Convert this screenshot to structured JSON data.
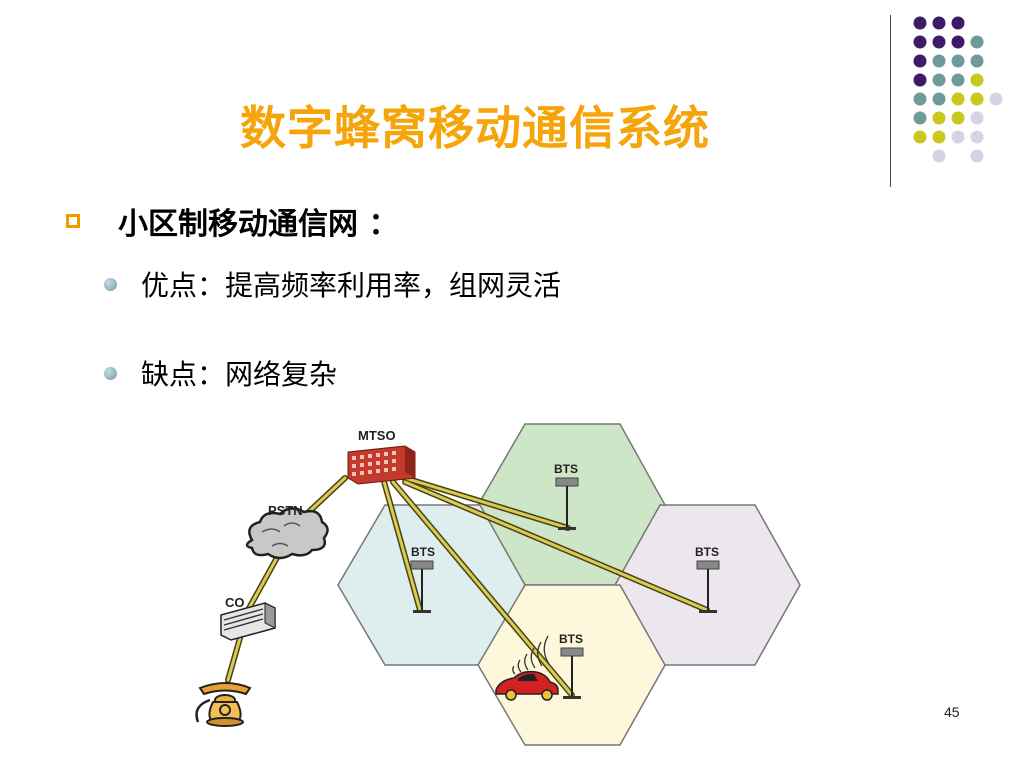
{
  "slide": {
    "title": "数字蜂窝移动通信系统",
    "bullet_main": "小区制移动通信网 ：",
    "sub_bullets": [
      "优点：提高频率利用率，组网灵活",
      "缺点：网络复杂"
    ],
    "page_number": "45"
  },
  "diagram": {
    "labels": {
      "mtso": "MTSO",
      "pstn": "PSTN",
      "co": "CO",
      "bts": "BTS"
    }
  },
  "colors": {
    "title": "#f5a50a",
    "bullet_square": "#f09a00",
    "dot_purple": "#3f1a66",
    "dot_teal": "#6f9a9a",
    "dot_yellow": "#c8c81e",
    "dot_lavender": "#d4d4e6",
    "cell_green": "#cde6c8",
    "cell_blue": "#deeeee",
    "cell_yellow": "#fdf8dc",
    "cell_lavender": "#ece6ef"
  }
}
